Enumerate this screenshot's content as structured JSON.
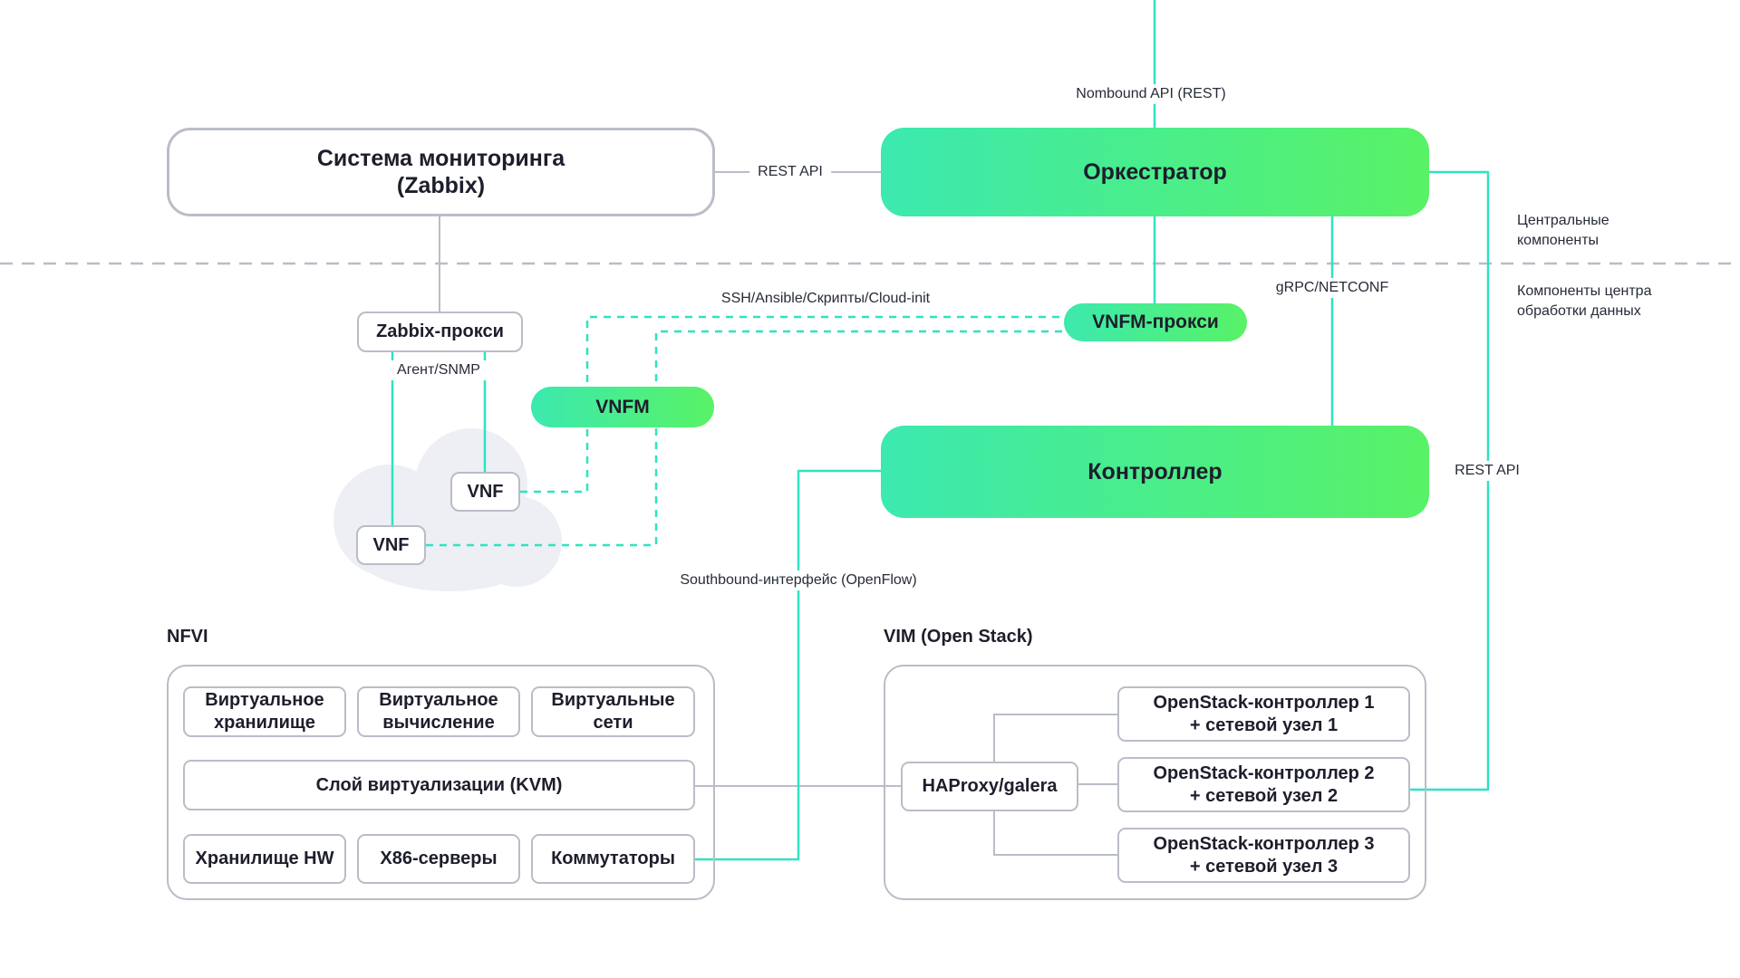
{
  "diagram": {
    "zones": {
      "central": "Центральные\nкомпоненты",
      "datacenter": "Компоненты центра\nобработки данных"
    },
    "nodes": {
      "monitoring": "Система мониторинга\n(Zabbix)",
      "orchestrator": "Оркестратор",
      "zabbix_proxy": "Zabbix-прокси",
      "vnfm_proxy": "VNFM-прокси",
      "vnfm": "VNFM",
      "vnf_top": "VNF",
      "vnf_bottom": "VNF",
      "controller": "Контроллер"
    },
    "edges": {
      "nombound": "Nombound API (REST)",
      "rest_api_top": "REST API",
      "agent_snmp": "Агент/SNMP",
      "ssh": "SSH/Ansible/Скрипты/Cloud-init",
      "grpc": "gRPC/NETCONF",
      "rest_api_right": "REST API",
      "southbound": "Southbound-интерфейс (OpenFlow)"
    },
    "nfvi": {
      "title": "NFVI",
      "virtual_storage": "Виртуальное\nхранилище",
      "virtual_compute": "Виртуальное\nвычисление",
      "virtual_networks": "Виртуальные\nсети",
      "kvm": "Слой виртуализации (KVM)",
      "hw_storage": "Хранилище HW",
      "x86": "X86-серверы",
      "switches": "Коммутаторы"
    },
    "vim": {
      "title": "VIM (Open Stack)",
      "haproxy": "HAProxy/galera",
      "os1": "OpenStack-контроллер 1\n+ сетевой узел 1",
      "os2": "OpenStack-контроллер 2\n+ сетевой узел 2",
      "os3": "OpenStack-контроллер 3\n+ сетевой узел 3"
    },
    "colors": {
      "teal": "#2fe3c1",
      "border": "#b9bdc7",
      "text": "#1d1e2c",
      "cloud": "#edeff4",
      "gradient_start": "#3ce9af",
      "gradient_end": "#58f266"
    }
  }
}
